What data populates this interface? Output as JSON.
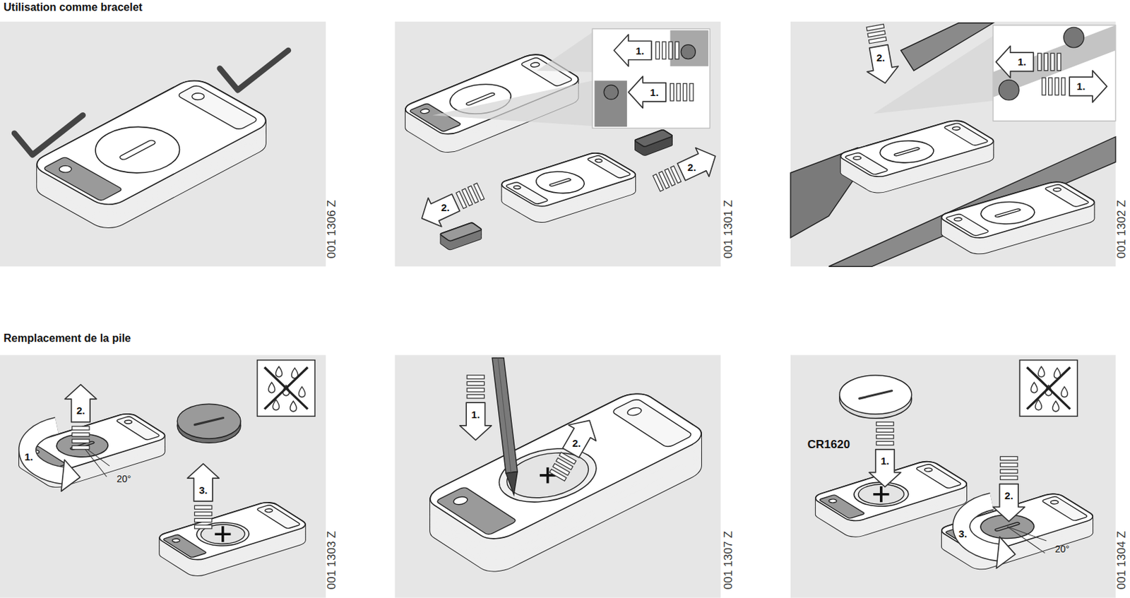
{
  "diagram": {
    "labels": [
      "Utilisation comme bracelet",
      "001 1306 Z",
      "1.",
      "1.",
      "2.",
      "2.",
      "001 1301 Z",
      "2.",
      "1.",
      "1.",
      "001 1302 Z",
      "Remplacement de la pile",
      "2.",
      "1.",
      "20°",
      "3.",
      "001 1303 Z",
      "1.",
      "2.",
      "001 1307 Z",
      "CR1620",
      "1.",
      "2.",
      "3.",
      "20°",
      "001 1304 Z"
    ]
  }
}
